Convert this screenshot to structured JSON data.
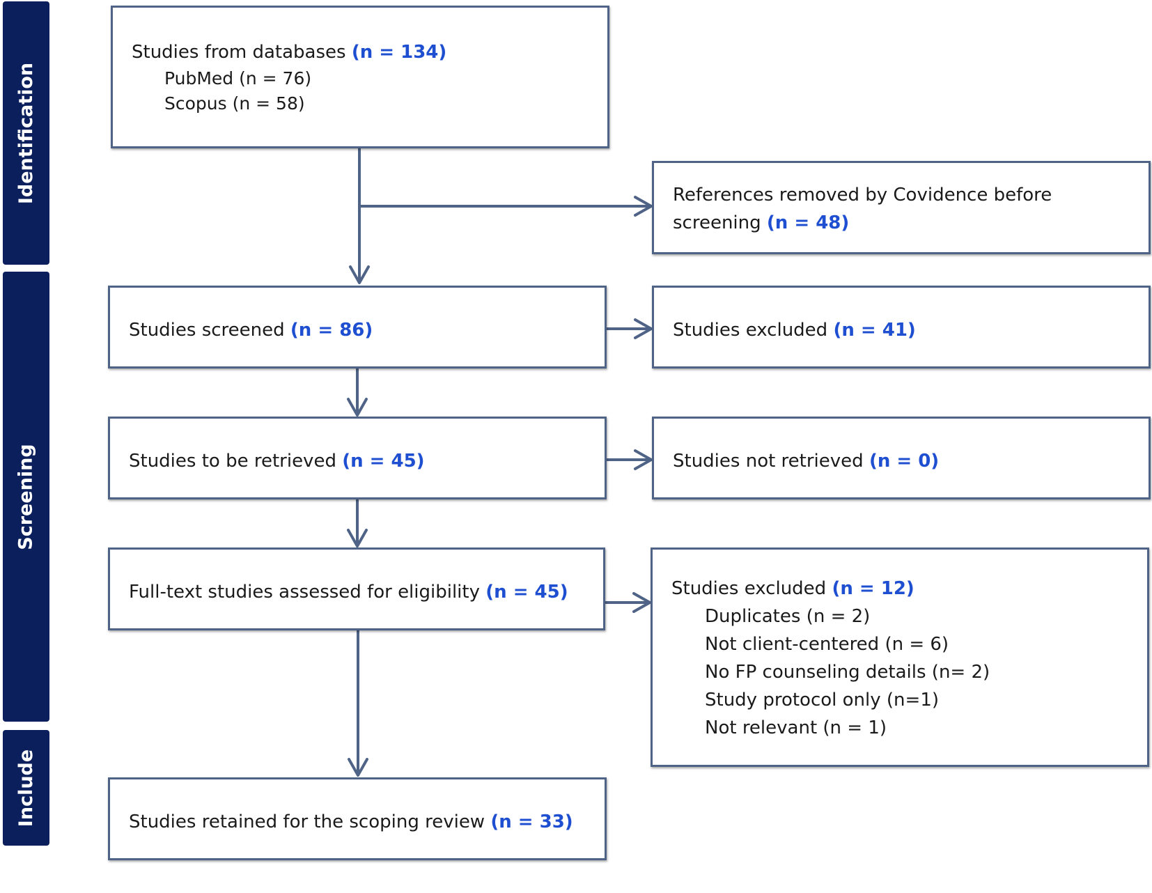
{
  "phases": {
    "identification": "Identification",
    "screening": "Screening",
    "include": "Include"
  },
  "boxes": {
    "databases": {
      "label": "Studies from databases ",
      "count": "(n = 134)",
      "items": [
        "PubMed (n = 76)",
        "Scopus (n = 58)"
      ]
    },
    "removed": {
      "line1": "References removed by Covidence before",
      "line2": "screening ",
      "count": "(n = 48)"
    },
    "screened": {
      "label": "Studies screened ",
      "count": "(n = 86)"
    },
    "excluded_screen": {
      "label": "Studies excluded ",
      "count": "(n = 41)"
    },
    "retrieved": {
      "label": "Studies to be retrieved ",
      "count": "(n = 45)"
    },
    "not_retrieved": {
      "label": "Studies not retrieved ",
      "count": "(n = 0)"
    },
    "eligibility": {
      "label": "Full-text studies assessed for eligibility ",
      "count": "(n = 45)"
    },
    "excluded_full": {
      "label": "Studies excluded ",
      "count": "(n = 12)",
      "items": [
        "Duplicates (n = 2)",
        "Not client-centered (n = 6)",
        "No FP counseling details (n= 2)",
        "Study protocol only (n=1)",
        "Not relevant (n = 1)"
      ]
    },
    "retained": {
      "label": "Studies retained for the scoping review ",
      "count": "(n = 33)"
    }
  },
  "colors": {
    "phase_bg": "#0b1f5c",
    "border": "#4f6387",
    "count_text": "#1f4fd1"
  }
}
